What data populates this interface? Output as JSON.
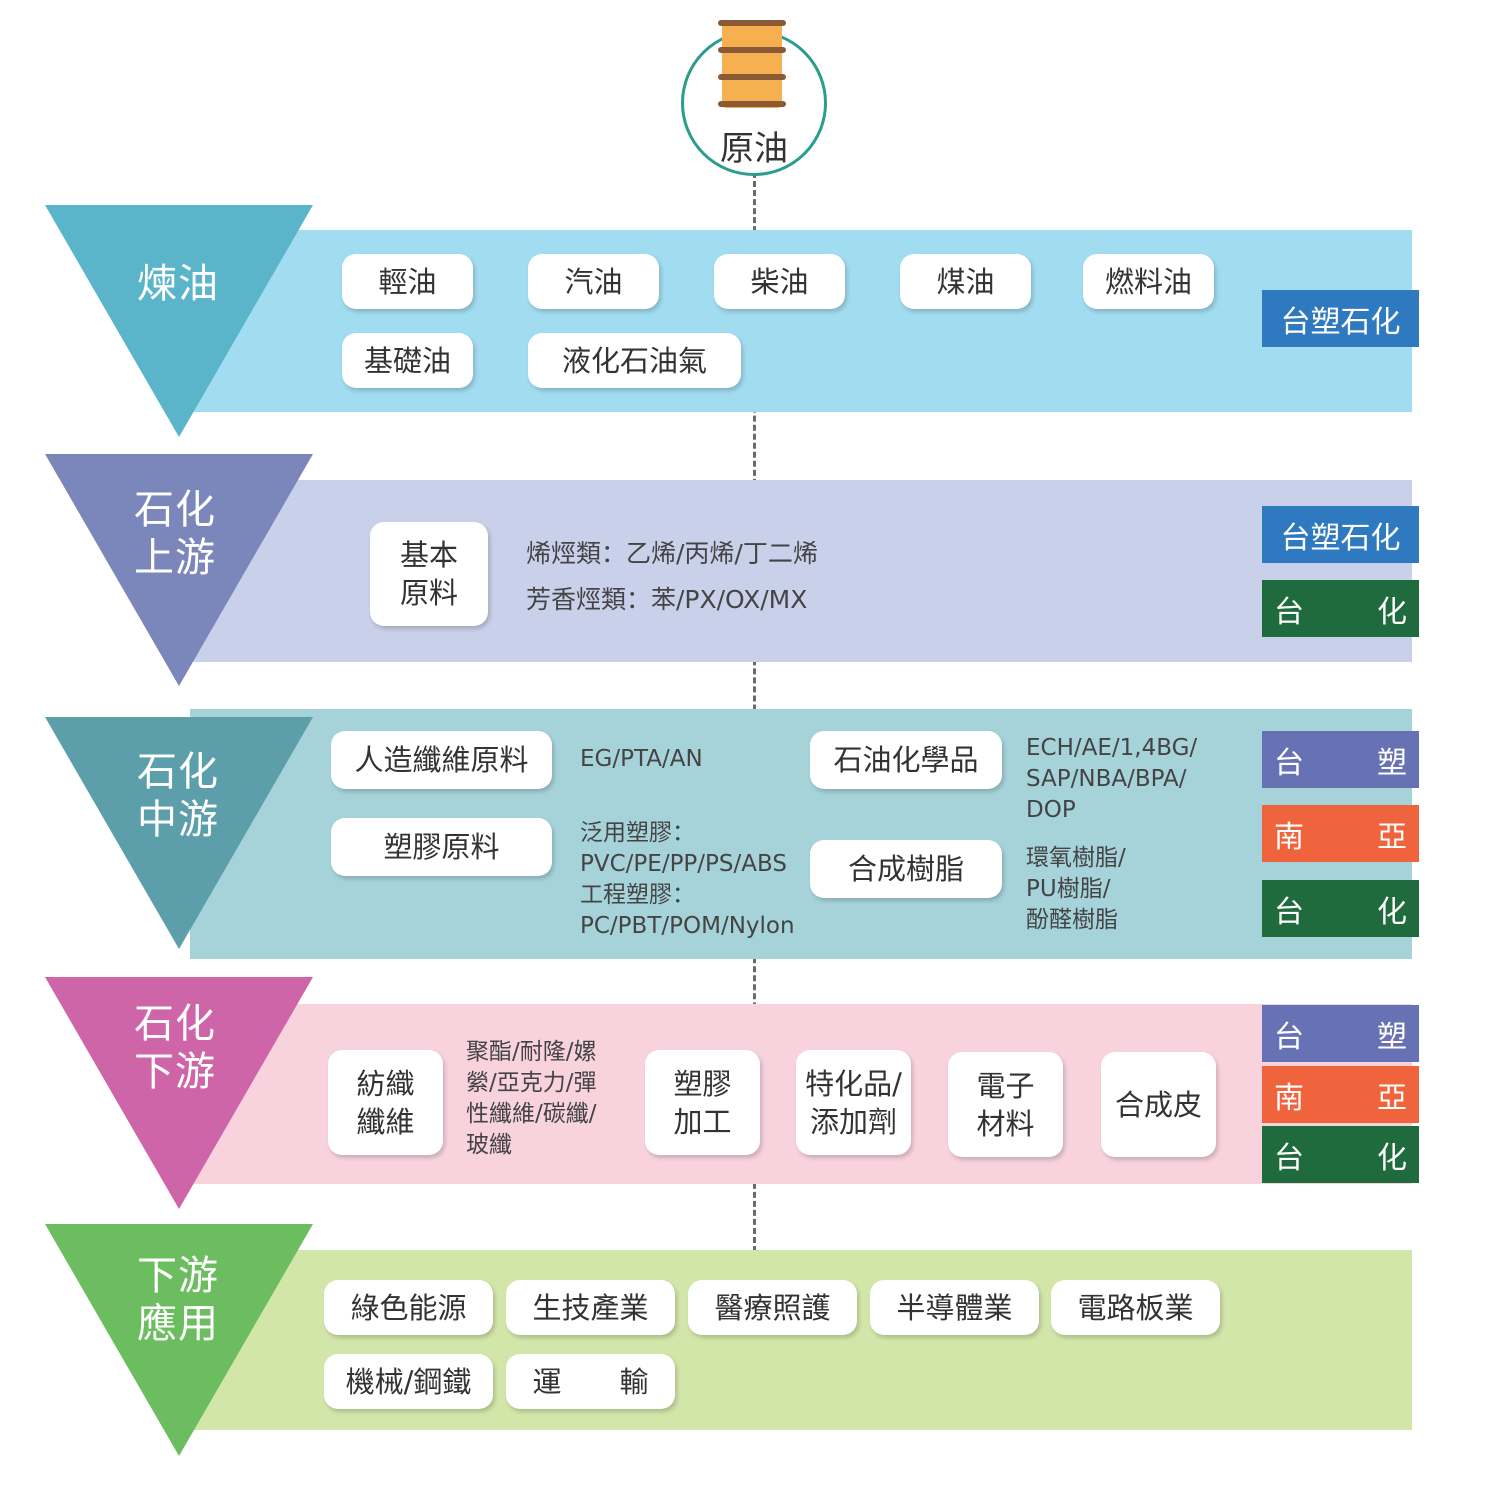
{
  "origin": {
    "label": "原油",
    "icon": "oil-barrel-icon"
  },
  "colors": {
    "refining": "#5ab5cb",
    "refining_band": "#a2dcf0",
    "upstream": "#7b86bb",
    "upstream_band": "#c9d0ea",
    "midstream": "#5c9fab",
    "midstream_band": "#a6d3da",
    "downstream": "#cd65a8",
    "downstream_band": "#f8d3de",
    "application": "#6cbd5f",
    "application_band": "#d3e6a9",
    "formosa_petrochem": "#2f79c0",
    "formosa_chem": "#1f6b3d",
    "formosa_plastics": "#6672b3",
    "nan_ya": "#ef643c"
  },
  "stages": [
    {
      "label": "煉油",
      "items": [
        "輕油",
        "汽油",
        "柴油",
        "煤油",
        "燃料油",
        "基礎油",
        "液化石油氣"
      ],
      "companies": [
        {
          "name": "台塑石化",
          "kind": "formosa_petrochem"
        }
      ]
    },
    {
      "label": "石化\n上游",
      "items": [
        "基本\n原料"
      ],
      "notes": [
        "烯烴類：乙烯/丙烯/丁二烯",
        "芳香烴類：苯/PX/OX/MX"
      ],
      "companies": [
        {
          "name": "台塑石化",
          "kind": "formosa_petrochem"
        },
        {
          "name": [
            "台",
            "化"
          ],
          "kind": "formosa_chem"
        }
      ]
    },
    {
      "label": "石化\n中游",
      "items": [
        "人造纖維原料",
        "塑膠原料",
        "石油化學品",
        "合成樹脂"
      ],
      "notes": [
        "EG/PTA/AN",
        "泛用塑膠：\nPVC/PE/PP/PS/ABS\n工程塑膠：\nPC/PBT/POM/Nylon",
        "ECH/AE/1,4BG/\nSAP/NBA/BPA/\nDOP",
        "環氧樹脂/\nPU樹脂/\n酚醛樹脂"
      ],
      "companies": [
        {
          "name": [
            "台",
            "塑"
          ],
          "kind": "formosa_plastics"
        },
        {
          "name": [
            "南",
            "亞"
          ],
          "kind": "nan_ya"
        },
        {
          "name": [
            "台",
            "化"
          ],
          "kind": "formosa_chem"
        }
      ]
    },
    {
      "label": "石化\n下游",
      "items": [
        "紡織\n纖維",
        "塑膠\n加工",
        "特化品/\n添加劑",
        "電子\n材料",
        "合成皮"
      ],
      "notes": [
        "聚酯/耐隆/嫘\n縈/亞克力/彈\n性纖維/碳纖/\n玻纖"
      ],
      "companies": [
        {
          "name": [
            "台",
            "塑"
          ],
          "kind": "formosa_plastics"
        },
        {
          "name": [
            "南",
            "亞"
          ],
          "kind": "nan_ya"
        },
        {
          "name": [
            "台",
            "化"
          ],
          "kind": "formosa_chem"
        }
      ]
    },
    {
      "label": "下游\n應用",
      "items": [
        "綠色能源",
        "生技產業",
        "醫療照護",
        "半導體業",
        "電路板業",
        "機械/鋼鐵",
        "運　　輸"
      ]
    }
  ]
}
